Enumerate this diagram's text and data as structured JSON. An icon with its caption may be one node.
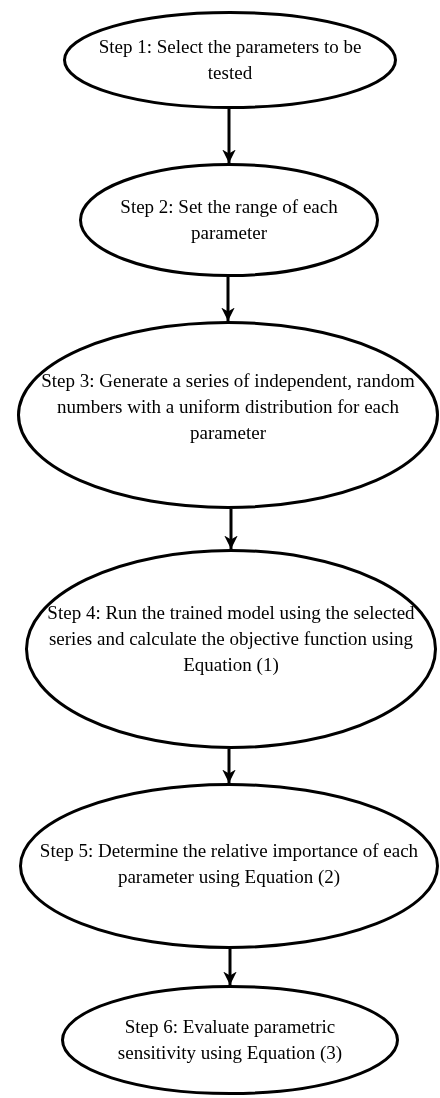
{
  "diagram": {
    "nodes": [
      {
        "text": [
          "Step 1: Select the parameters to be tested"
        ]
      },
      {
        "text": [
          "Step 2: Set the range of each parameter"
        ]
      },
      {
        "text": [
          "Step 3: Generate a series of independent, random numbers with a uniform distribution for each parameter"
        ]
      },
      {
        "text": [
          "Step 4: Run the trained model using the selected series and calculate the objective function using Equation (1)"
        ]
      },
      {
        "text": [
          "Step 5: Determine the relative importance of each parameter using Equation (2)"
        ]
      },
      {
        "text": [
          "Step 6: Evaluate parametric sensitivity using Equation (3)"
        ]
      }
    ],
    "edges": [
      {
        "from": 0,
        "to": 1,
        "arrow": "to"
      },
      {
        "from": 1,
        "to": 2,
        "arrow": "to"
      },
      {
        "from": 2,
        "to": 3,
        "arrow": "to"
      },
      {
        "from": 3,
        "to": 4,
        "arrow": "to"
      },
      {
        "from": 4,
        "to": 5,
        "arrow": "to"
      }
    ]
  }
}
